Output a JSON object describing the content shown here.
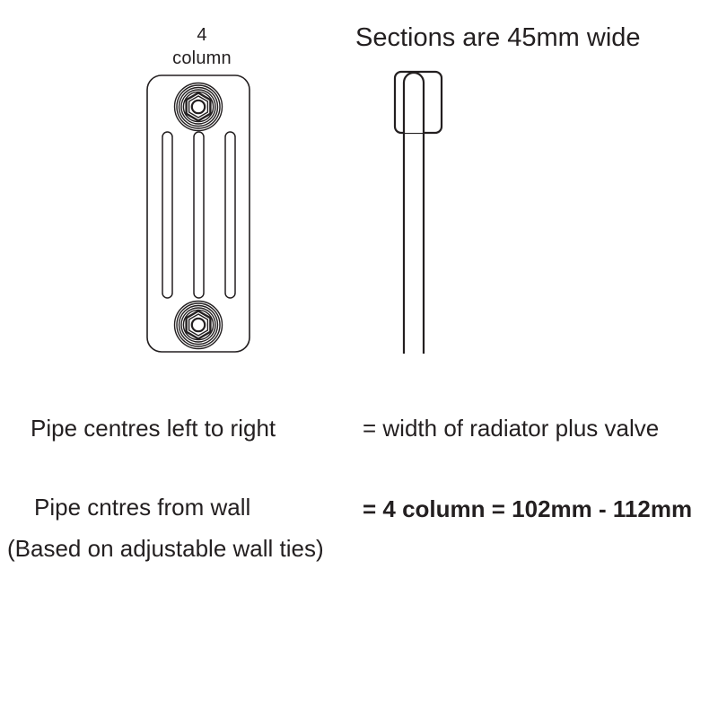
{
  "diagram": {
    "front_view": {
      "label_line1": "4",
      "label_line2": "column",
      "column_count": 4,
      "slot_count": 3,
      "nut_positions": [
        "top",
        "bottom"
      ]
    },
    "side_view": {
      "headline": "Sections are 45mm wide",
      "section_width_mm": 45
    }
  },
  "notes": [
    {
      "left": "Pipe centres left to right",
      "right": "= width of radiator plus valve",
      "bold": false
    },
    {
      "left": "Pipe cntres from wall",
      "right": "= 4 column = 102mm - 112mm",
      "bold": true
    },
    {
      "left": "(Based on adjustable wall ties)",
      "right": "",
      "bold": false
    }
  ],
  "colors": {
    "line": "#231f20",
    "text": "#231f20",
    "background": "#ffffff"
  }
}
